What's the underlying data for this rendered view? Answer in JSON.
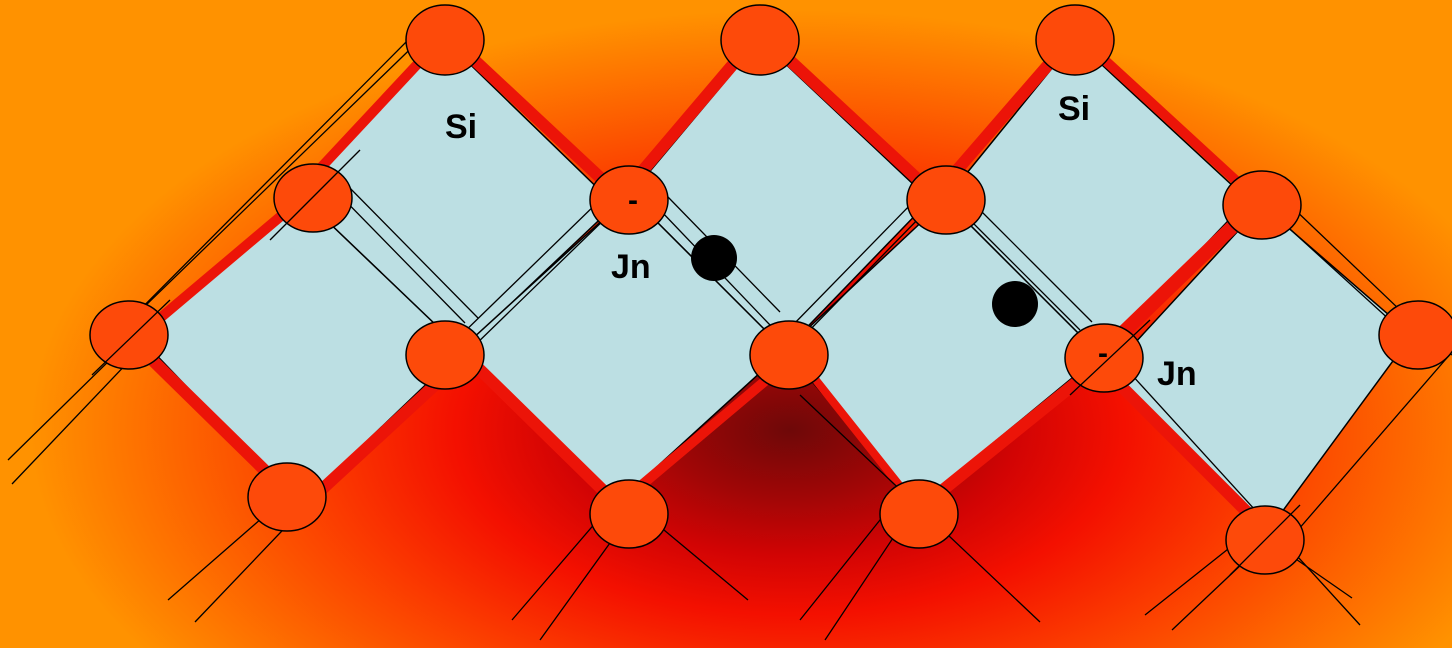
{
  "labels": {
    "si_left": "Si",
    "si_right": "Si",
    "jn_left": "Jn",
    "jn_right": "Jn",
    "minus_left": "-",
    "minus_right": "-"
  },
  "colors": {
    "cell": "#bcdfe3",
    "atom": "#fd4a0a",
    "bond": "#ec1408",
    "electron": "#000000"
  }
}
